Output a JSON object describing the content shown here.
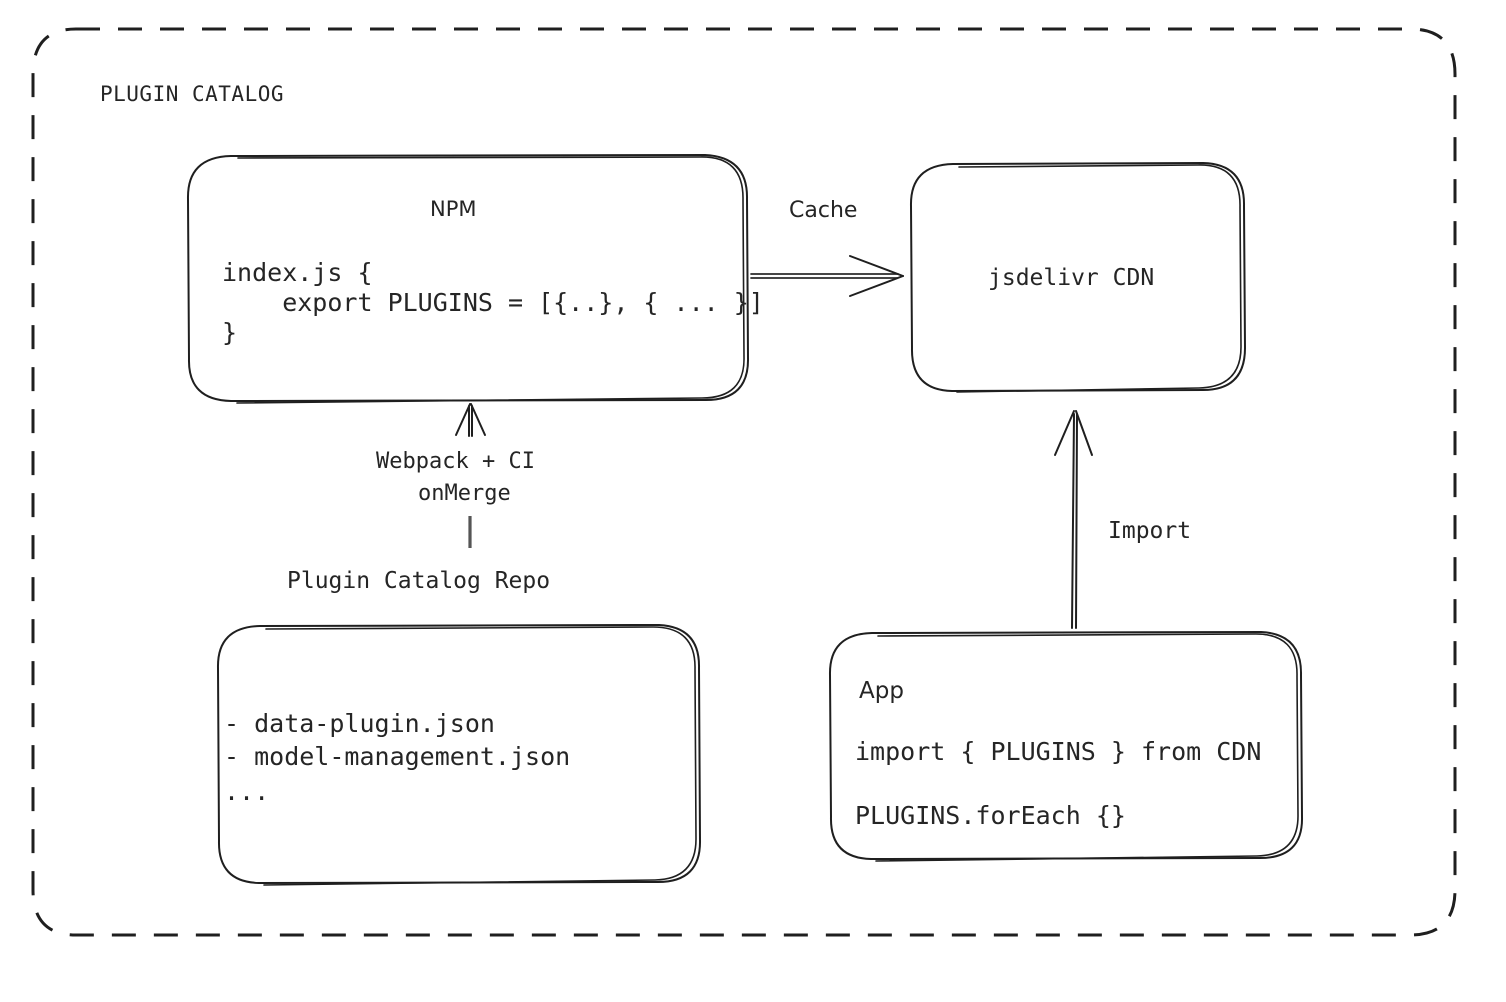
{
  "diagram": {
    "frame": {
      "title": "PLUGIN CATALOG",
      "style": "dashed-rounded-rect"
    },
    "nodes": {
      "npm": {
        "title": "NPM",
        "code": [
          "index.js {",
          "    export PLUGINS = [{..}, { ... }]",
          "}"
        ]
      },
      "cdn": {
        "title": "jsdelivr CDN"
      },
      "repo": {
        "caption": "Plugin Catalog Repo",
        "items": [
          "- data-plugin.json",
          "- model-management.json",
          "..."
        ]
      },
      "app": {
        "title": "App",
        "code": [
          "import { PLUGINS } from CDN",
          "PLUGINS.forEach {}"
        ]
      }
    },
    "edges": {
      "cache": {
        "label": "Cache",
        "from": "npm",
        "to": "cdn",
        "direction": "right"
      },
      "build": {
        "label_line1": "Webpack + CI",
        "label_line2": "onMerge",
        "from": "repo",
        "to": "npm",
        "direction": "up"
      },
      "import": {
        "label": "Import",
        "from": "app",
        "to": "cdn",
        "direction": "up"
      }
    },
    "colors": {
      "stroke": "#1f1f1f",
      "text": "#252525",
      "background": "#ffffff"
    }
  }
}
